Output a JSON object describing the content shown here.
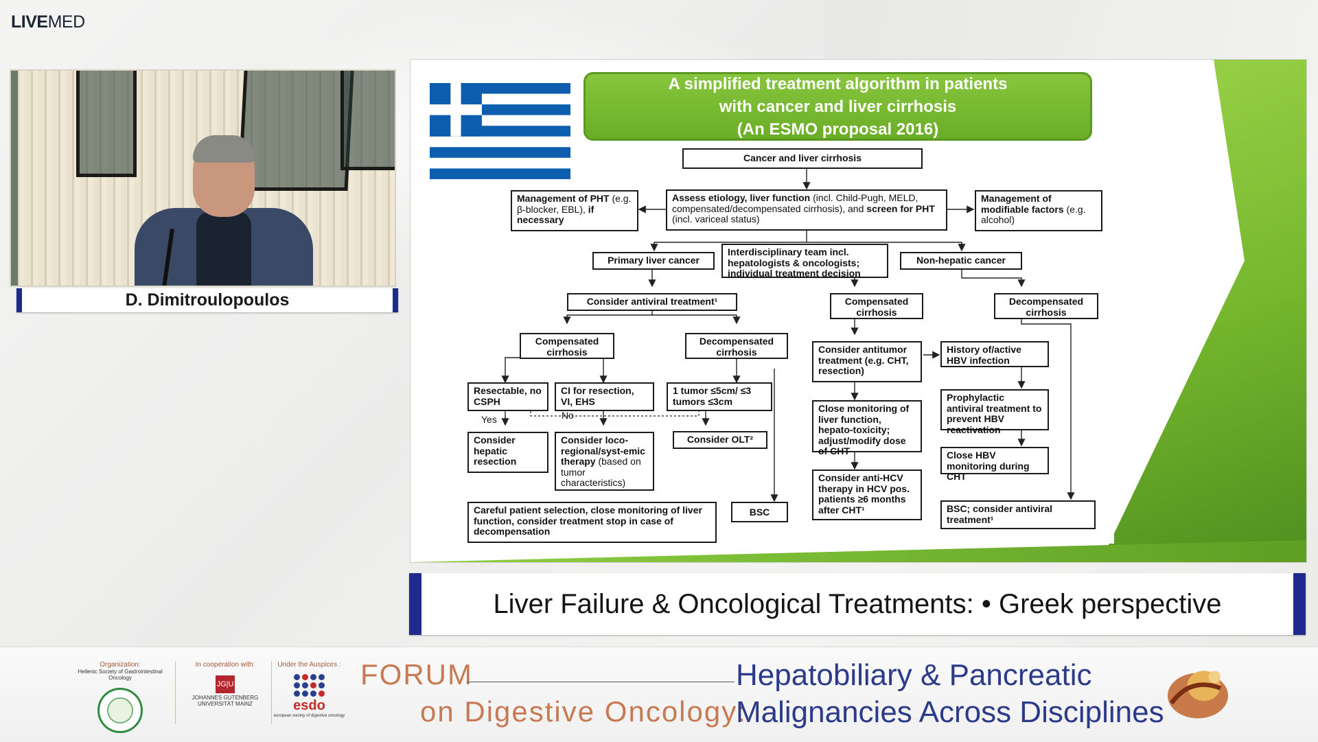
{
  "brand": {
    "bold": "LIVE",
    "rest": "MED"
  },
  "speaker": {
    "name": "D. Dimitroulopoulos"
  },
  "slide": {
    "title": [
      "A simplified treatment algorithm in patients",
      "with cancer and liver cirrhosis",
      "(An ESMO proposal  2016)"
    ],
    "nodes": {
      "root": "Cancer and liver cirrhosis",
      "assess": "<b>Assess etiology, liver function</b> (incl. Child-Pugh, MELD, compensated/decompensated cirrhosis), and <b>screen for PHT</b> (incl. variceal status)",
      "pht": "<b>Management of PHT</b> (e.g. β-blocker, EBL), <b>if necessary</b>",
      "modifiable": "<b>Management of modifiable factors</b> (e.g. alcohol)",
      "primary": "Primary liver cancer",
      "team": "Interdisciplinary team incl. hepatologists & oncologists; individual treatment decision",
      "nonhepatic": "Non-hepatic cancer",
      "antiviral": "Consider antiviral treatment¹",
      "comp_l": "Compensated cirrhosis",
      "decomp_l": "Decompensated cirrhosis",
      "comp_r": "Compensated cirrhosis",
      "decomp_r": "Decompensated cirrhosis",
      "resectable": "Resectable, no CSPH",
      "ci": "CI for resection, VI, EHS",
      "tumor": "1 tumor ≤5cm/ ≤3 tumors ≤3cm",
      "hepatic": "Consider hepatic resection",
      "loco": "<b>Consider loco-regional/syst-emic therapy</b> (based on tumor characteristics)",
      "olt": "Consider OLT²",
      "careful": "Careful patient selection, close monitoring of liver function, consider treatment stop in case of decompensation",
      "bsc": "BSC",
      "antitumor": "<b>Consider antitumor treatment</b> (e.g. CHT, resection)",
      "hbv_hist": "History of/active HBV infection",
      "close_mon": "Close monitoring of liver function, hepato-toxicity; adjust/modify dose of CHT",
      "prophy": "Prophylactic antiviral treatment to prevent HBV reactivation",
      "hbv_mon": "Close HBV monitoring during CHT",
      "anti_hcv": "Consider anti-HCV therapy in HCV pos. patients ≥6 months after CHT¹",
      "bsc_antiviral": "BSC; consider antiviral treatment¹"
    },
    "labels": {
      "yes": "Yes",
      "no": "No"
    }
  },
  "talk_title": "Liver Failure & Oncological Treatments: • Greek perspective",
  "footer": {
    "org_label": "Organization:",
    "org_name": "Hellenic Society of Gastrointestinal Oncology",
    "coop_label": "In cooperation with:",
    "coop_name": "JOHANNES GUTENBERG UNIVERSITÄT MAINZ",
    "jgu": "JG|U",
    "auspices_label": "Under the Auspices :",
    "esdo": "esdo",
    "esdo_sub": "european society of digestive oncology",
    "forum1": "FORUM",
    "forum2": "on Digestive Oncology:",
    "hpb1": "Hepatobiliary & Pancreatic",
    "hpb2": "Malignancies Across Disciplines"
  },
  "colors": {
    "accent_blue": "#1f2b8c",
    "slide_green": "#77b82e",
    "forum_orange": "#c77a52",
    "hpb_blue": "#2c3a8a"
  }
}
